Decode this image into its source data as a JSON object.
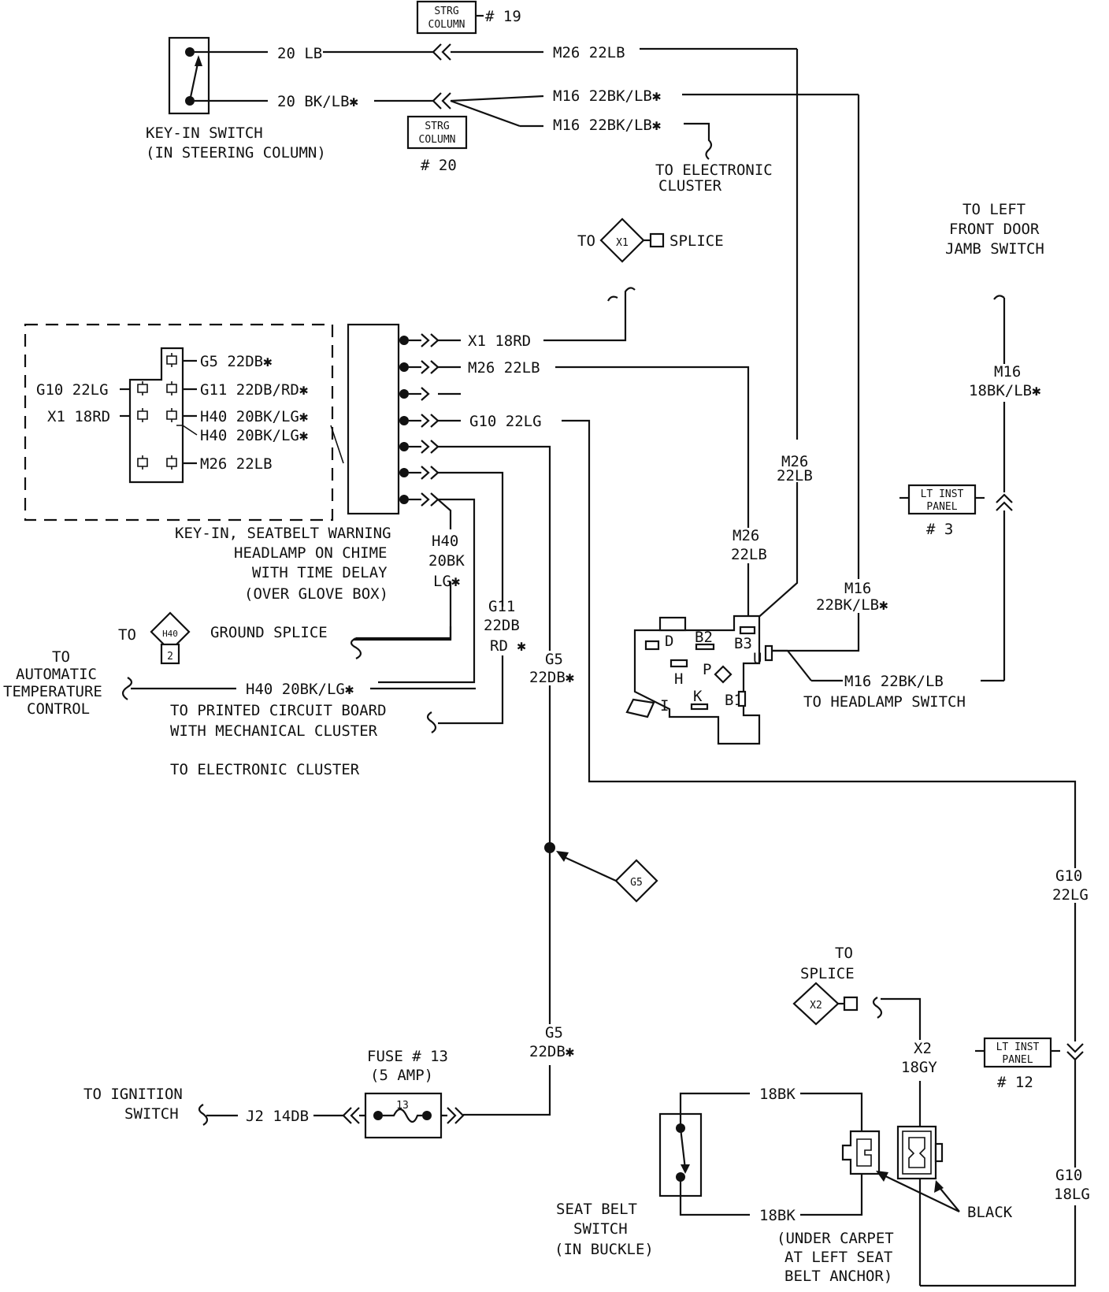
{
  "connectors": {
    "strg_column_top": {
      "line1": "STRG",
      "line2": "COLUMN",
      "ref": "# 19"
    },
    "strg_column_mid": {
      "line1": "STRG",
      "line2": "COLUMN",
      "ref": "# 20"
    },
    "lt_inst_panel_3": {
      "line1": "LT INST",
      "line2": "PANEL",
      "ref": "# 3"
    },
    "lt_inst_panel_12": {
      "line1": "LT INST",
      "line2": "PANEL",
      "ref": "# 12"
    }
  },
  "key_in_switch": {
    "wire_top": "20 LB",
    "wire_bottom": "20 BK/LB✱",
    "label_line1": "KEY-IN SWITCH",
    "label_line2": "(IN STEERING COLUMN)"
  },
  "top_wires": {
    "m26": "M26 22LB",
    "m16_a": "M16 22BK/LB✱",
    "m16_b": "M16 22BK/LB✱",
    "to_cluster_line1": "TO ELECTRONIC",
    "to_cluster_line2": "CLUSTER"
  },
  "x1_splice": {
    "to": "TO",
    "tag": "X1",
    "label": "SPLICE"
  },
  "left_front_door": {
    "line1": "TO LEFT",
    "line2": "FRONT DOOR",
    "line3": "JAMB SWITCH"
  },
  "m16_right": {
    "line1": "M16",
    "line2": "18BK/LB✱"
  },
  "connector_pins": {
    "g5": "G5 22DB✱",
    "g11": "G11 22DB/RD✱",
    "h40a": "H40 20BK/LG✱",
    "h40b": "H40 20BK/LG✱",
    "m26": "M26 22LB",
    "g10": "G10 22LG",
    "x1": "X1 18RD"
  },
  "module_wires": {
    "x1": "X1 18RD",
    "m26": "M26 22LB",
    "g10": "G10 22LG"
  },
  "module_label": {
    "line1": "KEY-IN, SEATBELT WARNING",
    "line2": "HEADLAMP ON CHIME",
    "line3": "WITH TIME DELAY",
    "line4": "(OVER GLOVE BOX)"
  },
  "vertical_labels": {
    "h40": [
      "H40",
      "20BK",
      "LG✱"
    ],
    "g11": [
      "G11",
      "22DB",
      "RD ✱"
    ],
    "g5": [
      "G5",
      "22DB✱"
    ],
    "m26_mid": [
      "M26",
      "22LB"
    ],
    "m26_right": [
      "M26",
      "22LB"
    ],
    "m16_sw": [
      "M16",
      "22BK/LB✱"
    ],
    "g10_right": [
      "G10",
      "22LG"
    ],
    "g10_low": [
      "G10",
      "18LG"
    ],
    "g5_low": [
      "G5",
      "22DB✱"
    ],
    "x2": [
      "X2",
      "18GY"
    ]
  },
  "h40_splice": {
    "to": "TO",
    "tag": "H40",
    "num": "2",
    "label": "GROUND SPLICE"
  },
  "auto_temp": {
    "line1": "TO",
    "line2": "AUTOMATIC",
    "line3": "TEMPERATURE",
    "line4": "CONTROL",
    "wire": "H40 20BK/LG✱"
  },
  "printed_circuit": {
    "line1": "TO PRINTED CIRCUIT BOARD",
    "line2": "WITH MECHANICAL CLUSTER"
  },
  "to_electronic_cluster": "TO ELECTRONIC CLUSTER",
  "headlamp_switch": {
    "pins": {
      "d": "D",
      "b2": "B2",
      "b3": "B3",
      "u": "U",
      "h": "H",
      "p": "P",
      "i": "I",
      "k": "K",
      "b1": "B1"
    },
    "wire": "M16 22BK/LB",
    "label": "TO HEADLAMP SWITCH"
  },
  "g5_splice": {
    "tag": "G5"
  },
  "x2_splice": {
    "line1": "TO",
    "line2": "SPLICE",
    "tag": "X2"
  },
  "fuse": {
    "line1": "FUSE # 13",
    "line2": "(5 AMP)",
    "num": "13"
  },
  "ignition": {
    "line1": "TO IGNITION",
    "line2": "SWITCH",
    "wire": "J2 14DB"
  },
  "seat_belt": {
    "wire_top": "18BK",
    "wire_bottom": "18BK",
    "label_line1": "SEAT BELT",
    "label_line2": "SWITCH",
    "label_line3": "(IN BUCKLE)",
    "black": "BLACK",
    "under_line1": "(UNDER CARPET",
    "under_line2": "AT LEFT SEAT",
    "under_line3": "BELT ANCHOR)"
  }
}
